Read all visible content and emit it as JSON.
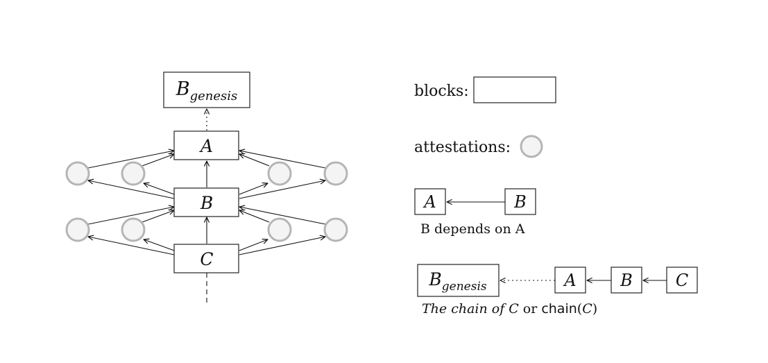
{
  "blocks": {
    "genesis": {
      "base": "B",
      "sub": "genesis"
    },
    "a": "A",
    "b": "B",
    "c": "C"
  },
  "legend": {
    "blocks_label": "blocks:",
    "attestations_label": "attestations:",
    "dep_from": "A",
    "dep_to": "B",
    "dep_caption": "B depends on A",
    "chain_genesis": {
      "base": "B",
      "sub": "genesis"
    },
    "chain_a": "A",
    "chain_b": "B",
    "chain_c": "C",
    "chain_caption": {
      "italic": "The chain of",
      "var": "C",
      "word_or": "or",
      "func": "chain",
      "open": "(",
      "arg": "C",
      "close": ")"
    }
  },
  "colors": {
    "attestation_stroke": "#b5b5b5",
    "attestation_fill": "#f4f4f4",
    "ink": "#111111"
  }
}
